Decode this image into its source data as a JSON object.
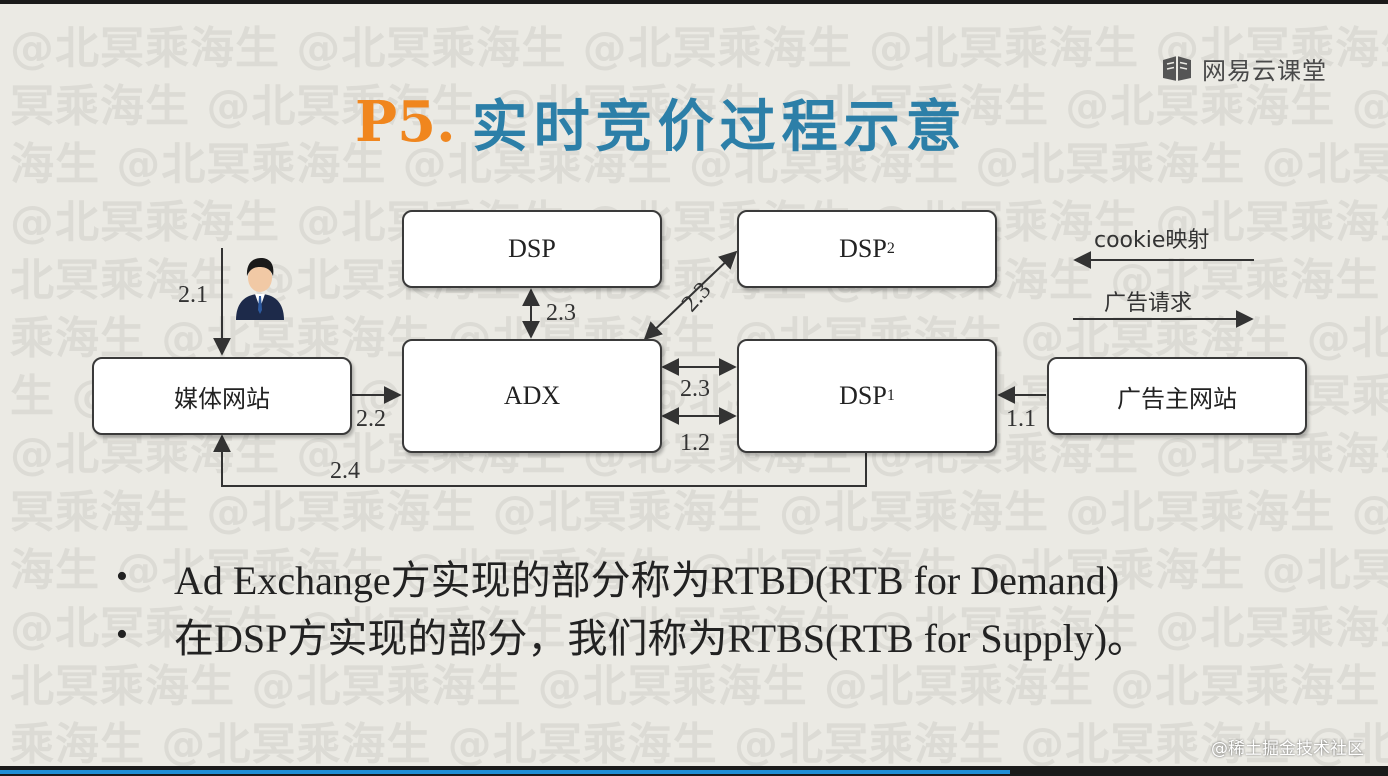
{
  "watermark": {
    "text": "@北冥乘海生"
  },
  "brand": {
    "name": "网易云课堂",
    "icon": "netease-cloud-classroom-icon"
  },
  "title": {
    "prefix": "P5.",
    "text": "实时竞价过程示意"
  },
  "diagram": {
    "boxes": {
      "dsp_top": "DSP",
      "dsp2": "DSP",
      "dsp2_sub": "2",
      "adx": "ADX",
      "dsp1": "DSP",
      "dsp1_sub": "1",
      "media_site": "媒体网站",
      "advertiser_site": "广告主网站"
    },
    "labels": {
      "l21": "2.1",
      "l22": "2.2",
      "l23_vert": "2.3",
      "l23_diag": "2.3",
      "l23_horiz": "2.3",
      "l12": "1.2",
      "l11": "1.1",
      "l24": "2.4"
    },
    "legend": {
      "cookie": "cookie映射",
      "ad_request": "广告请求"
    }
  },
  "bullets": [
    "Ad Exchange方实现的部分称为RTBD(RTB for Demand)",
    "在DSP方实现的部分，我们称为RTBS(RTB for Supply)。"
  ],
  "footer": {
    "tag": "@稀土掘金技术社区"
  },
  "colors": {
    "title_prefix": "#f0861e",
    "title_main": "#2c7fa8",
    "progress": "#1e8fd6"
  }
}
